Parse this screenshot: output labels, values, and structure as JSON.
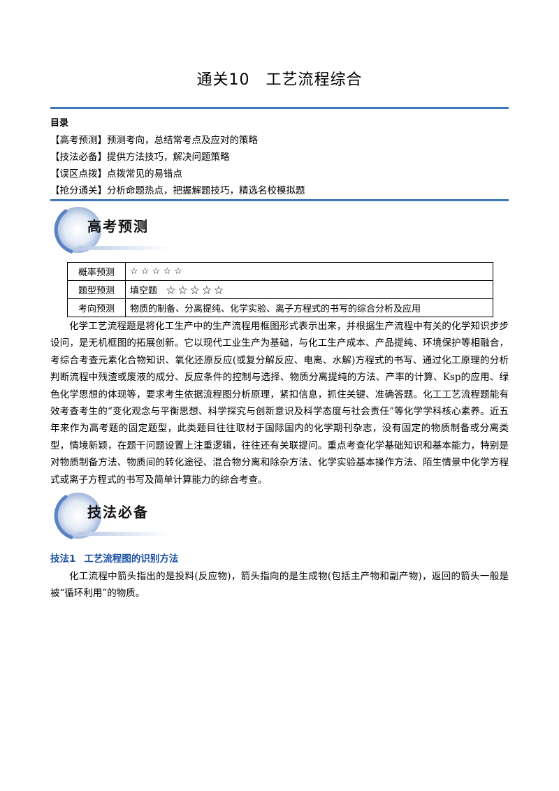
{
  "title": "通关10　工艺流程综合",
  "toc": {
    "heading": "目录",
    "items": [
      "【高考预测】预测考向，总结常考点及应对的策略",
      "【技法必备】提供方法技巧，解决问题策略",
      "【误区点拨】点拨常见的易错点",
      "【抢分通关】分析命题热点，把握解题技巧，精选名校模拟题"
    ]
  },
  "banners": {
    "prediction": "高考预测",
    "skills": "技法必备"
  },
  "prediction_table": {
    "rows": [
      {
        "label": "概率预测",
        "value": "☆ ☆ ☆ ☆ ☆"
      },
      {
        "label": "题型预测",
        "value": "填空题　☆ ☆ ☆ ☆ ☆"
      },
      {
        "label": "考向预测",
        "value": "物质的制备、分离提纯、化学实验、离子方程式的书写的综合分析及应用"
      }
    ]
  },
  "intro_paragraph": "化学工艺流程题是将化工生产中的生产流程用框图形式表示出来，并根据生产流程中有关的化学知识步步设问，是无机框图的拓展创新。它以现代工业生产为基础，与化工生产成本、产品提纯、环境保护等相融合，考综合考查元素化合物知识、氧化还原反应(或复分解反应、电离、水解)方程式的书写、通过化工原理的分析判断流程中残渣或废液的成分、反应条件的控制与选择、物质分离提纯的方法、产率的计算、Ksp的应用、绿色化学思想的体现等，要求考生依据流程图分析原理，紧扣信息，抓住关键、准确答题。化工工艺流程题能有效考查考生的“变化观念与平衡思想、科学探究与创新意识及科学态度与社会责任”等化学学科核心素养。近五年来作为高考题的固定题型，此类题目往往取材于国际国内的化学期刊杂志，没有固定的物质制备或分离类型，情境新颖，在题干问题设置上注重逻辑，往往还有关联提问。重点考查化学基础知识和基本能力，特别是对物质制备方法、物质间的转化途径、混合物分离和除杂方法、化学实验基本操作方法、陌生情景中化学方程式或离子方程式的书写及简单计算能力的综合考查。",
  "skill1": {
    "number": "技法1",
    "title": "工艺流程图的识别方法",
    "paragraph": "化工流程中箭头指出的是投料(反应物)，箭头指向的是生成物(包括主产物和副产物)，返回的箭头一般是被“循环利用”的物质。"
  },
  "colors": {
    "rule": "#3f78b9",
    "heading": "#1a4fa3"
  }
}
